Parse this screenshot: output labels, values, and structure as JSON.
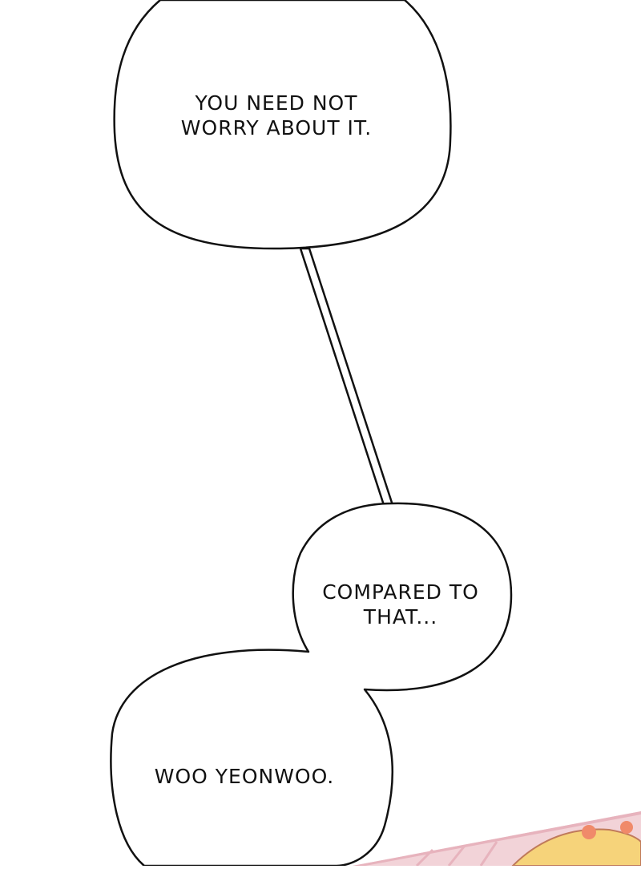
{
  "bubbles": [
    {
      "lines": [
        "YOU NEED NOT",
        "WORRY ABOUT IT."
      ]
    },
    {
      "lines": [
        "COMPARED TO",
        "THAT..."
      ]
    },
    {
      "lines": [
        "WOO YEONWOO."
      ]
    }
  ],
  "colors": {
    "background": "#ffffff",
    "outline": "#111111",
    "bubble_fill": "#ffffff",
    "scene_pink": "#f2d3d8",
    "scene_rose": "#e7b3bd",
    "scene_orange": "#f08a6a",
    "scene_yellow": "#f6d37a"
  }
}
